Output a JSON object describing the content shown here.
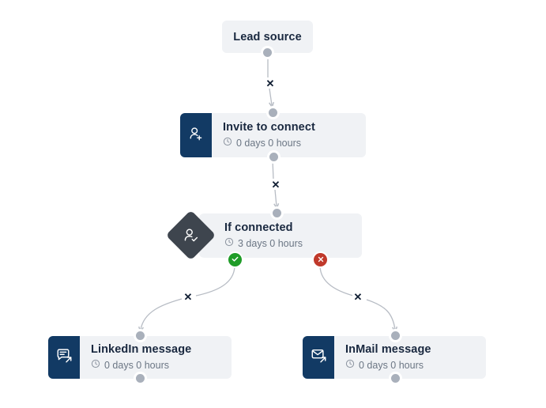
{
  "canvas": {
    "background": "#ffffff",
    "accent_navy": "#123a64",
    "card_bg": "#f0f2f5",
    "title_color": "#19283f",
    "subtext_color": "#6b7684",
    "diamond_color": "#3e454e",
    "yes_color": "#1f9c28",
    "no_color": "#c0392b",
    "port_color": "#a9b0bb",
    "edge_color": "#b7bcc4"
  },
  "nodes": {
    "lead_source": {
      "title": "Lead source",
      "icon": "none"
    },
    "invite": {
      "title": "Invite to connect",
      "delay": "0 days 0 hours",
      "icon": "user-plus-icon",
      "clock_icon": "clock-icon"
    },
    "if_connected": {
      "title": "If connected",
      "delay": "3 days 0 hours",
      "icon": "user-check-icon",
      "clock_icon": "clock-icon",
      "yes_badge": "check-circle-icon",
      "no_badge": "x-circle-icon"
    },
    "linkedin_message": {
      "title": "LinkedIn message",
      "delay": "0 days 0 hours",
      "icon": "chat-bubble-arrow-icon",
      "clock_icon": "clock-icon"
    },
    "inmail_message": {
      "title": "InMail message",
      "delay": "0 days 0 hours",
      "icon": "envelope-arrow-icon",
      "clock_icon": "clock-icon"
    }
  },
  "edges": {
    "remove_glyph": "✕",
    "labels": {
      "lead_to_invite": "✕",
      "invite_to_condition": "✕",
      "condition_yes_to_linkedin": "✕",
      "condition_no_to_inmail": "✕"
    }
  }
}
